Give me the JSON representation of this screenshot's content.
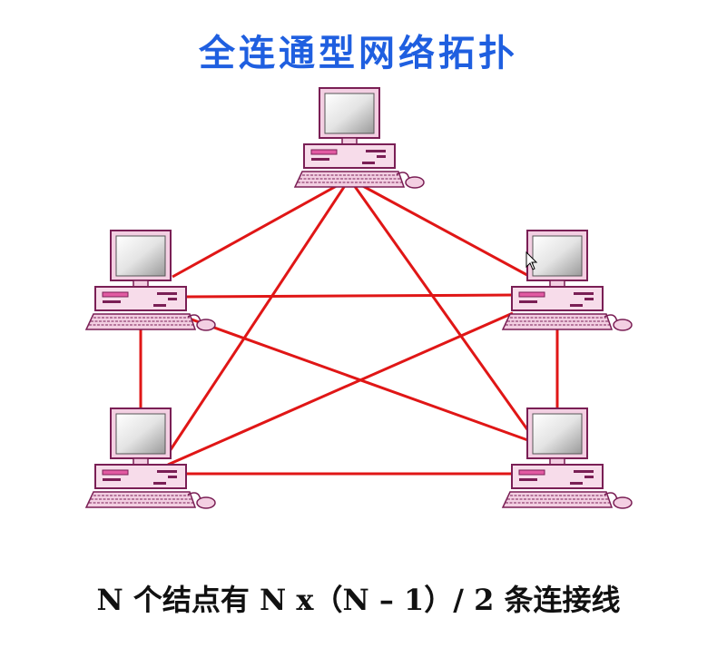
{
  "title": "全连通型网络拓扑",
  "formula": "N 个结点有 N x（N – 1）/ 2 条连接线",
  "colors": {
    "title": "#1f5fe0",
    "link": "#e01616",
    "computer_body": "#f6d8e8",
    "computer_outline": "#8a2060",
    "screen": "#d8d8d8"
  },
  "diagram": {
    "nodes": [
      {
        "id": "top",
        "icon": "desktop-computer-icon"
      },
      {
        "id": "left-upper",
        "icon": "desktop-computer-icon"
      },
      {
        "id": "right-upper",
        "icon": "desktop-computer-icon"
      },
      {
        "id": "left-lower",
        "icon": "desktop-computer-icon"
      },
      {
        "id": "right-lower",
        "icon": "desktop-computer-icon"
      }
    ],
    "links": [
      [
        "top",
        "left-upper"
      ],
      [
        "top",
        "right-upper"
      ],
      [
        "top",
        "left-lower"
      ],
      [
        "top",
        "right-lower"
      ],
      [
        "left-upper",
        "right-upper"
      ],
      [
        "left-upper",
        "left-lower"
      ],
      [
        "left-upper",
        "right-lower"
      ],
      [
        "right-upper",
        "left-lower"
      ],
      [
        "right-upper",
        "right-lower"
      ],
      [
        "left-lower",
        "right-lower"
      ]
    ]
  }
}
